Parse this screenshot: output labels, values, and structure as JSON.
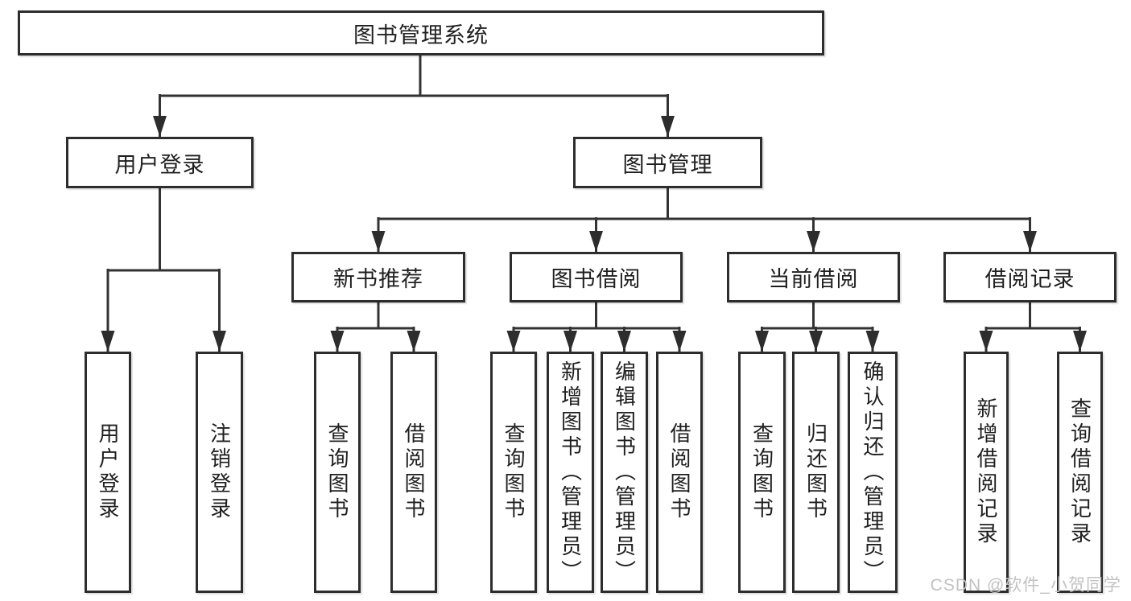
{
  "diagram": {
    "root": {
      "label": "图书管理系统"
    },
    "branches": [
      {
        "label": "用户登录",
        "children": [
          {
            "label": "用户登录"
          },
          {
            "label": "注销登录"
          }
        ]
      },
      {
        "label": "图书管理",
        "children": [
          {
            "label": "新书推荐",
            "children": [
              {
                "label": "查询图书"
              },
              {
                "label": "借阅图书"
              }
            ]
          },
          {
            "label": "图书借阅",
            "children": [
              {
                "label": "查询图书"
              },
              {
                "label": "新增图书（管理员）"
              },
              {
                "label": "编辑图书（管理员）"
              },
              {
                "label": "借阅图书"
              }
            ]
          },
          {
            "label": "当前借阅",
            "children": [
              {
                "label": "查询图书"
              },
              {
                "label": "归还图书"
              },
              {
                "label": "确认归还（管理员）"
              }
            ]
          },
          {
            "label": "借阅记录",
            "children": [
              {
                "label": "新增借阅记录"
              },
              {
                "label": "查询借阅记录"
              }
            ]
          }
        ]
      }
    ]
  },
  "watermark": {
    "text": "CSDN @软件_小贺同学"
  },
  "colors": {
    "line": "#333333",
    "box_border": "#2d2d2d",
    "text": "#1f1f1f",
    "background": "#ffffff",
    "watermark": "#c2c2c2"
  }
}
